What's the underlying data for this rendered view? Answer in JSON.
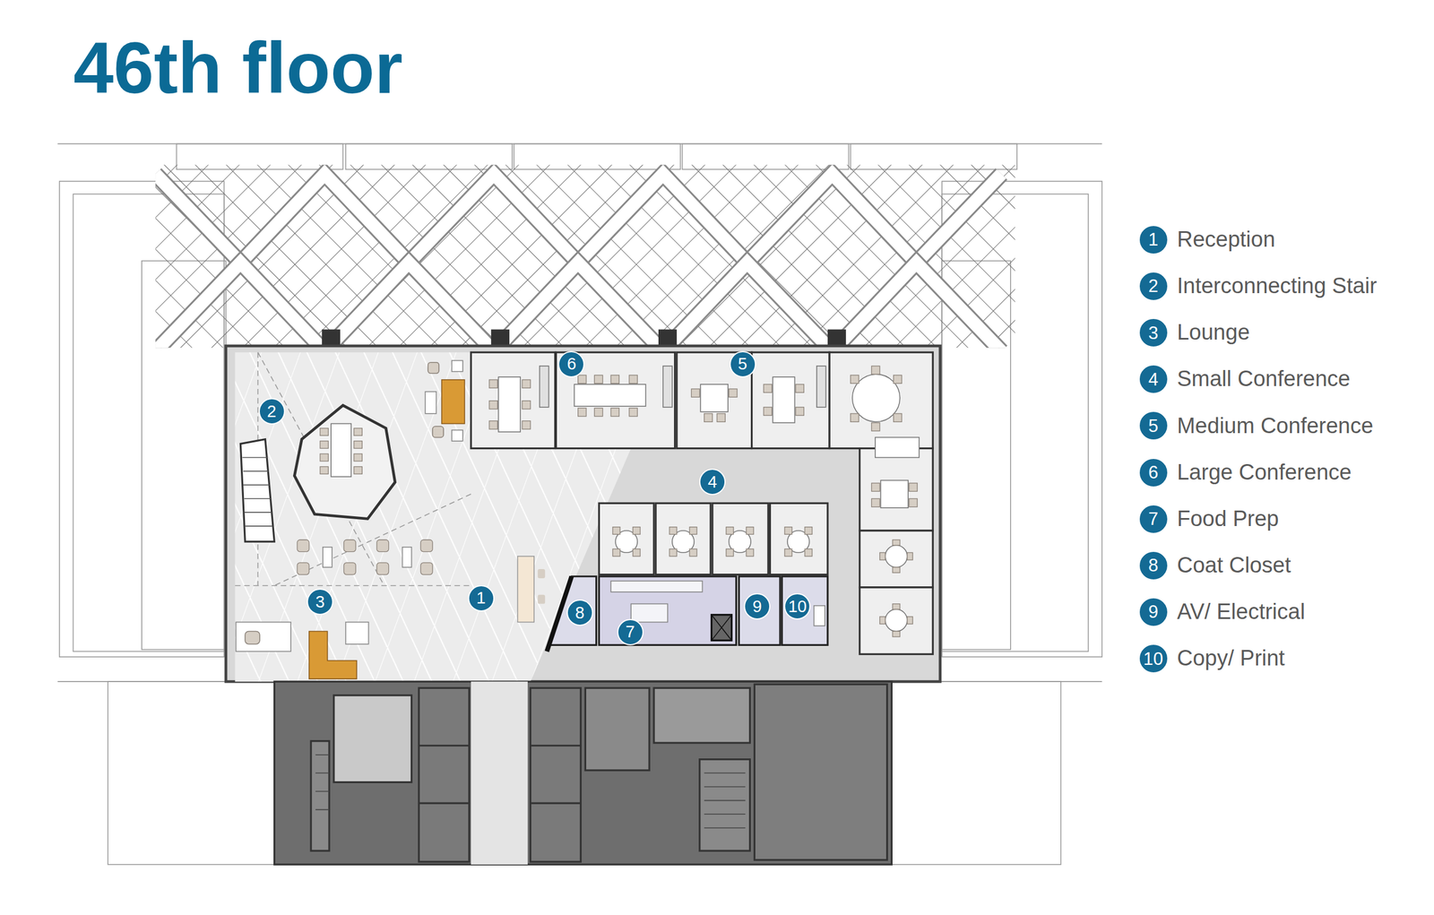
{
  "diagram": {
    "title": "46th floor",
    "nodes": [
      {
        "text": [
          "1"
        ]
      },
      {
        "text": [
          "2"
        ]
      },
      {
        "text": [
          "3"
        ]
      },
      {
        "text": [
          "4"
        ]
      },
      {
        "text": [
          "5"
        ]
      },
      {
        "text": [
          "6"
        ]
      },
      {
        "text": [
          "7"
        ]
      },
      {
        "text": [
          "8"
        ]
      },
      {
        "text": [
          "9"
        ]
      },
      {
        "text": [
          "10"
        ]
      },
      {
        "text": [
          "1"
        ]
      },
      {
        "text": [
          "2"
        ]
      },
      {
        "text": [
          "3"
        ]
      },
      {
        "text": [
          "4"
        ]
      },
      {
        "text": [
          "5"
        ]
      },
      {
        "text": [
          "6"
        ]
      },
      {
        "text": [
          "7"
        ]
      },
      {
        "text": [
          "8"
        ]
      },
      {
        "text": [
          "9"
        ]
      },
      {
        "text": [
          "10"
        ]
      }
    ],
    "legend": [
      {
        "text": "Reception"
      },
      {
        "text": "Interconnecting Stair"
      },
      {
        "text": "Lounge"
      },
      {
        "text": "Small Conference"
      },
      {
        "text": "Medium Conference"
      },
      {
        "text": "Large Conference"
      },
      {
        "text": "Food Prep"
      },
      {
        "text": "Coat Closet"
      },
      {
        "text": "AV/ Electrical"
      },
      {
        "text": "Copy/ Print"
      }
    ]
  }
}
